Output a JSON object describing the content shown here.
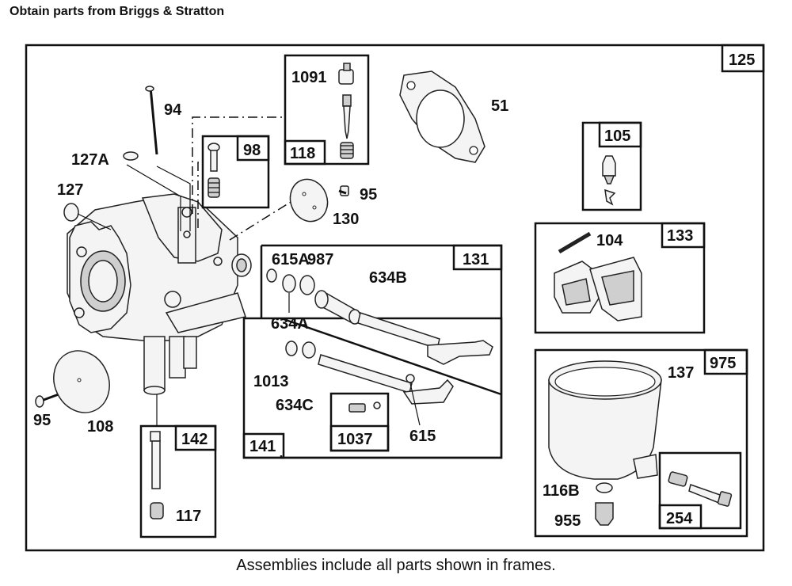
{
  "header": {
    "title": "Obtain parts from Briggs & Stratton"
  },
  "footer": {
    "note": "Assemblies include all parts shown in frames."
  },
  "diagram": {
    "frame_numbers": {
      "main": "125",
      "f1091": "118",
      "f98": "98",
      "f105": "105",
      "f133": "133",
      "f131": "131",
      "f141": "141",
      "f1037": "1037",
      "f975": "975",
      "f254": "254",
      "f142": "142"
    },
    "part_labels": {
      "p94": "94",
      "p127A": "127A",
      "p127": "127",
      "p1091": "1091",
      "p51": "51",
      "p95a": "95",
      "p130": "130",
      "p615A": "615A",
      "p987": "987",
      "p634B": "634B",
      "p634A": "634A",
      "p1013": "1013",
      "p634C": "634C",
      "p615": "615",
      "p95b": "95",
      "p108": "108",
      "p117": "117",
      "p104": "104",
      "p137": "137",
      "p116B": "116B",
      "p955": "955"
    }
  }
}
